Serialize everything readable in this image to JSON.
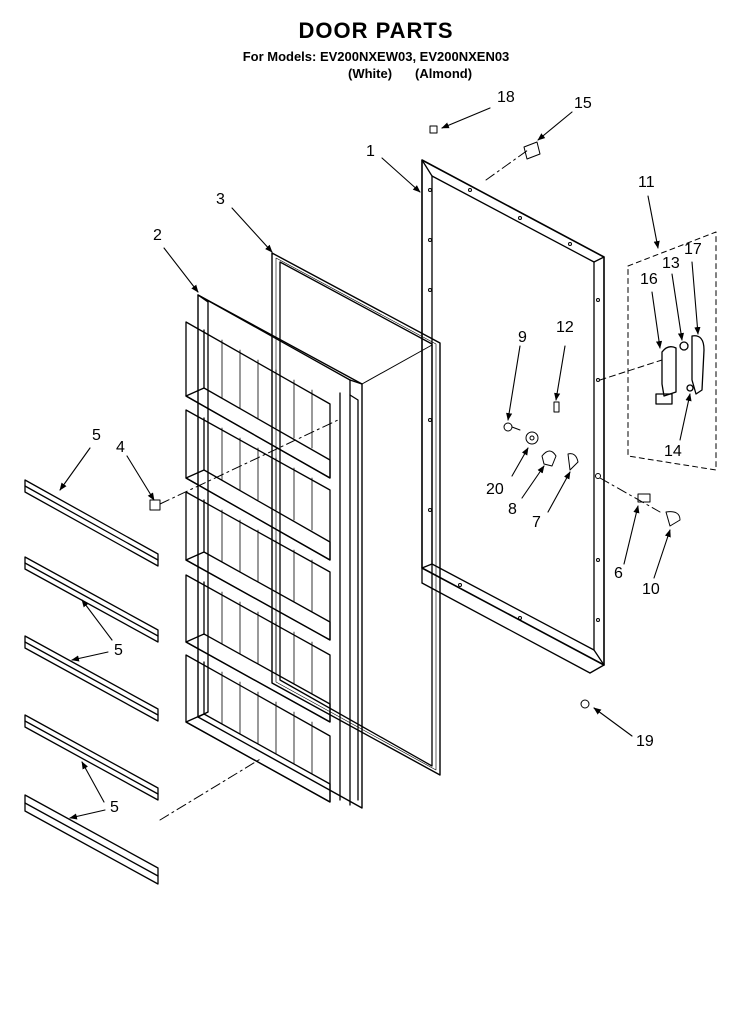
{
  "header": {
    "title": "DOOR PARTS",
    "models": "For Models: EV200NXEW03, EV200NXEN03",
    "variant_white": "(White)",
    "variant_almond": "(Almond)"
  },
  "callouts": [
    {
      "id": "c1",
      "label": "1"
    },
    {
      "id": "c2",
      "label": "2"
    },
    {
      "id": "c3",
      "label": "3"
    },
    {
      "id": "c4",
      "label": "4"
    },
    {
      "id": "c5a",
      "label": "5"
    },
    {
      "id": "c5b",
      "label": "5"
    },
    {
      "id": "c5c",
      "label": "5"
    },
    {
      "id": "c6",
      "label": "6"
    },
    {
      "id": "c7",
      "label": "7"
    },
    {
      "id": "c8",
      "label": "8"
    },
    {
      "id": "c9",
      "label": "9"
    },
    {
      "id": "c10",
      "label": "10"
    },
    {
      "id": "c11",
      "label": "11"
    },
    {
      "id": "c12",
      "label": "12"
    },
    {
      "id": "c13",
      "label": "13"
    },
    {
      "id": "c14",
      "label": "14"
    },
    {
      "id": "c15",
      "label": "15"
    },
    {
      "id": "c16",
      "label": "16"
    },
    {
      "id": "c17",
      "label": "17"
    },
    {
      "id": "c18",
      "label": "18"
    },
    {
      "id": "c19",
      "label": "19"
    },
    {
      "id": "c20",
      "label": "20"
    }
  ]
}
